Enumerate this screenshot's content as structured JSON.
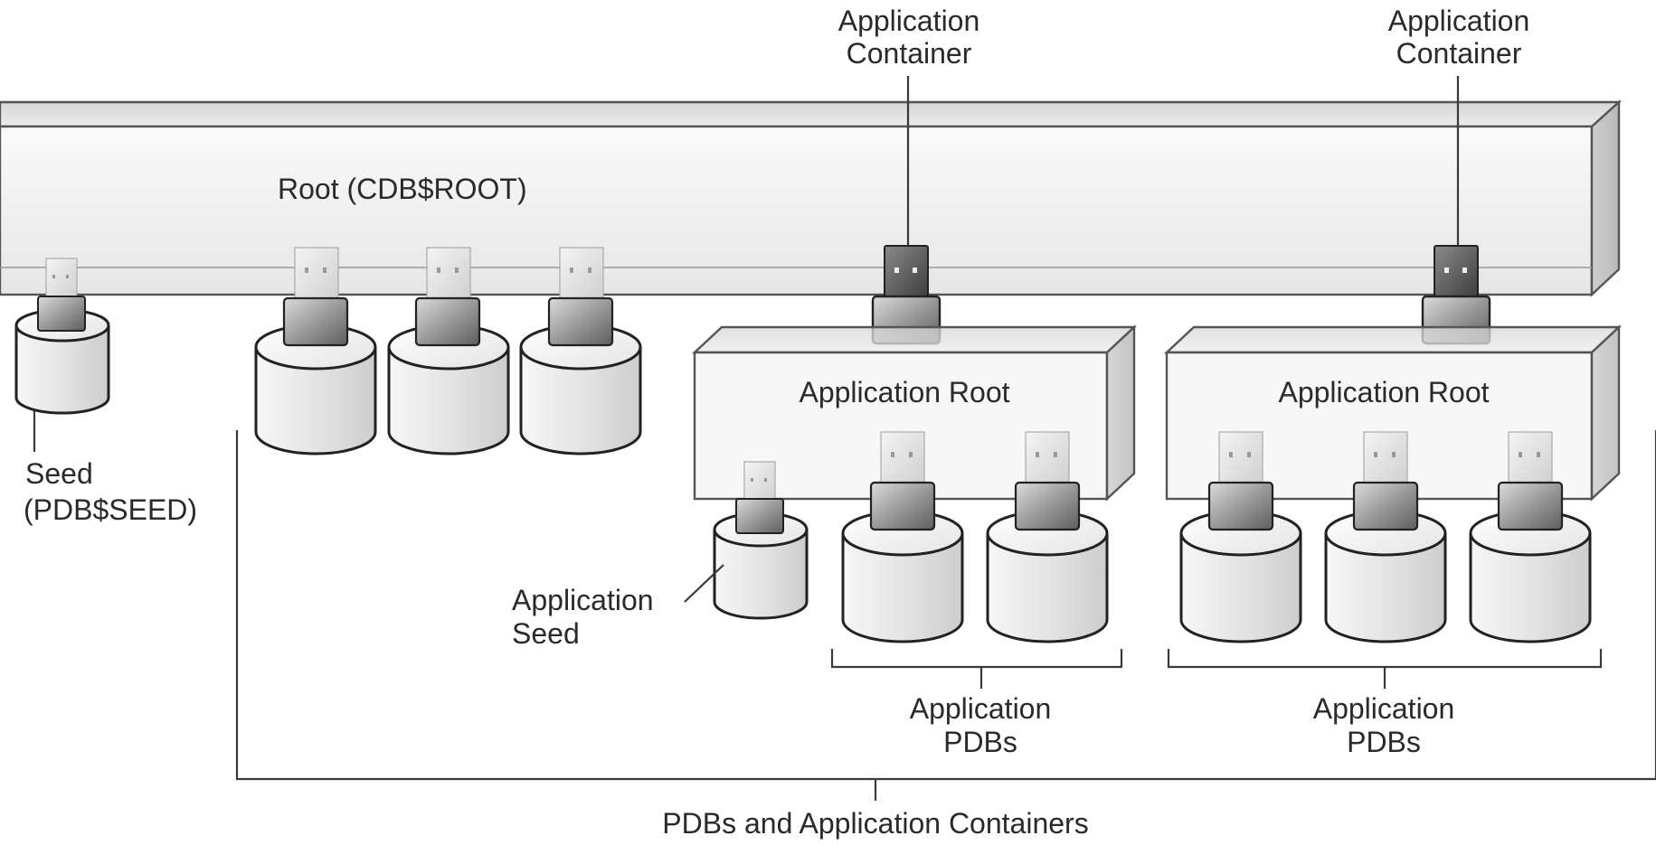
{
  "root": {
    "label": "Root (CDB$ROOT)"
  },
  "seed": {
    "label_line1": "Seed",
    "label_line2": "(PDB$SEED)"
  },
  "application_containers": [
    {
      "title_line1": "Application",
      "title_line2": "Container",
      "root_label": "Application Root",
      "seed_label_line1": "Application",
      "seed_label_line2": "Seed",
      "pdbs_label_line1": "Application",
      "pdbs_label_line2": "PDBs"
    },
    {
      "title_line1": "Application",
      "title_line2": "Container",
      "root_label": "Application Root",
      "pdbs_label_line1": "Application",
      "pdbs_label_line2": "PDBs"
    }
  ],
  "footer": {
    "label": "PDBs and Application Containers"
  },
  "colors": {
    "line": "#3a3a3a",
    "box_fill": "#f0f0f0",
    "cylinder_body": "#e8e8e8",
    "plug_dark": "#4a4a4a"
  }
}
